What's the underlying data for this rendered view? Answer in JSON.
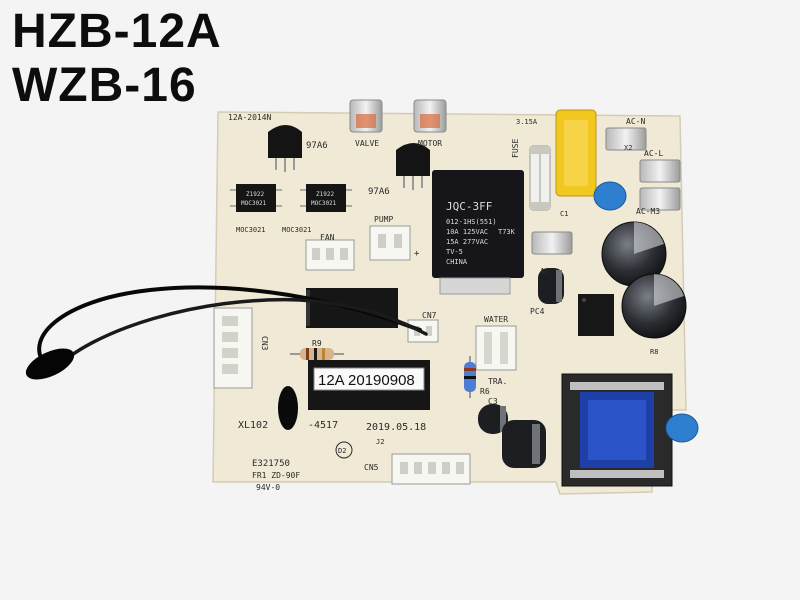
{
  "captions": [
    "HZB-12A",
    "WZB-16"
  ],
  "silkscreen": {
    "board_id": "12A-2014N",
    "q1": "97A6",
    "q2": "97A6",
    "valve": "VALVE",
    "motor": "MOTOR",
    "fuse": "FUSE",
    "fuse_rating": "3.15A",
    "ac_n": "AC-N",
    "x2": "X2",
    "ac_l": "AC-L",
    "ac_m3": "AC-M3",
    "ac": "AC",
    "pump": "PUMP",
    "fan": "FAN",
    "plus": "+",
    "moc_left": "MOC3021",
    "moc_right": "MOC3021",
    "cn3": "CN3",
    "cn7": "CN7",
    "water": "WATER",
    "pc4": "PC4",
    "tra": "TRA.",
    "r9": "R9",
    "r6": "R6",
    "c3": "C3",
    "c1": "C1",
    "board_code": "XL102",
    "board_code_tail": "-4517",
    "date_stamp": "2019.05.18",
    "d2": "D2",
    "j2": "J2",
    "cn5": "CN5",
    "cert": "E321750",
    "fr1": "FR1 ZD-90F",
    "v0": "94V-0",
    "r8": "R8"
  },
  "chips": {
    "moc_top": "Z1922",
    "moc_bottom": "MOC3021",
    "relay": [
      "JQC-3FF",
      "012-1HS(551)",
      "10A 125VAC",
      "15A 277VAC",
      "TV-5",
      "CHINA"
    ],
    "relay_mark": "T73K",
    "ic_label": "12A 20190908"
  },
  "colors": {
    "background": "#f4f4f4",
    "board": "#efe9d6",
    "silk": "#2a2a2a",
    "relay": "#15151a",
    "cap_x2": "#f2c81e",
    "cap_blue": "#2f7fd0",
    "transformer_coil": "#1f3fa8",
    "wire": "#080808"
  }
}
